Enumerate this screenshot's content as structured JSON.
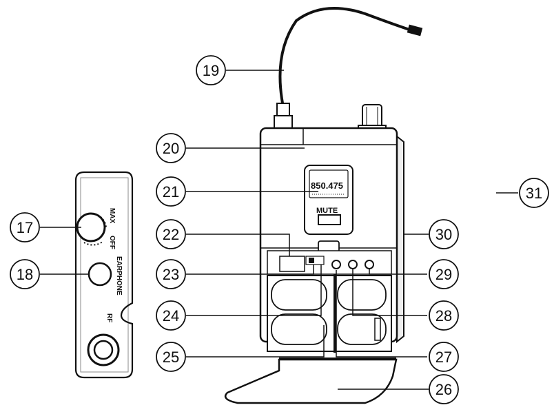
{
  "callouts": {
    "c17": "17",
    "c18": "18",
    "c19": "19",
    "c20": "20",
    "c21": "21",
    "c22": "22",
    "c23": "23",
    "c24": "24",
    "c25": "25",
    "c26": "26",
    "c27": "27",
    "c28": "28",
    "c29": "29",
    "c30": "30",
    "c31": "31"
  },
  "side_panel": {
    "max_label": "MAX",
    "off_label": "OFF",
    "earphone_label": "EARPHONE",
    "rf_label": "RF"
  },
  "receiver": {
    "lcd_frequency": "850.475",
    "mute_label": "MUTE"
  }
}
